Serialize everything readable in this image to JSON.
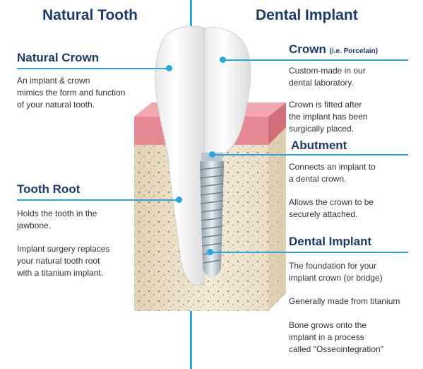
{
  "titles": {
    "left": "Natural Tooth",
    "right": "Dental Implant"
  },
  "left": {
    "natural_crown": {
      "heading": "Natural Crown",
      "text": "An implant & crown\nmimics the form and function\nof your natural tooth."
    },
    "tooth_root": {
      "heading": "Tooth Root",
      "text1": "Holds the tooth in the\njawbone.",
      "text2": "Implant surgery replaces\nyour natural tooth root\nwith a titanium implant."
    }
  },
  "right": {
    "crown": {
      "heading": "Crown",
      "note": "(i.e. Porcelain)",
      "text1": "Custom-made in our\ndental laboratory.",
      "text2": "Crown is fitted after\nthe implant has been\nsurgically placed."
    },
    "abutment": {
      "heading": "Abutment",
      "text1": "Connects an implant to\na dental crown.",
      "text2": "Allows the crown to be\nsecurely attached."
    },
    "implant": {
      "heading": "Dental Implant",
      "text1": "The foundation for your\nimplant crown (or bridge)",
      "text2": "Generally made from titanium",
      "text3": "Bone grows onto the\nimplant in a process\ncalled \"Osseointegration\""
    }
  },
  "colors": {
    "accent": "#2aa7dd",
    "heading": "#1d3a6b",
    "gum": "#e58a95",
    "bone": "#efe3cc"
  }
}
